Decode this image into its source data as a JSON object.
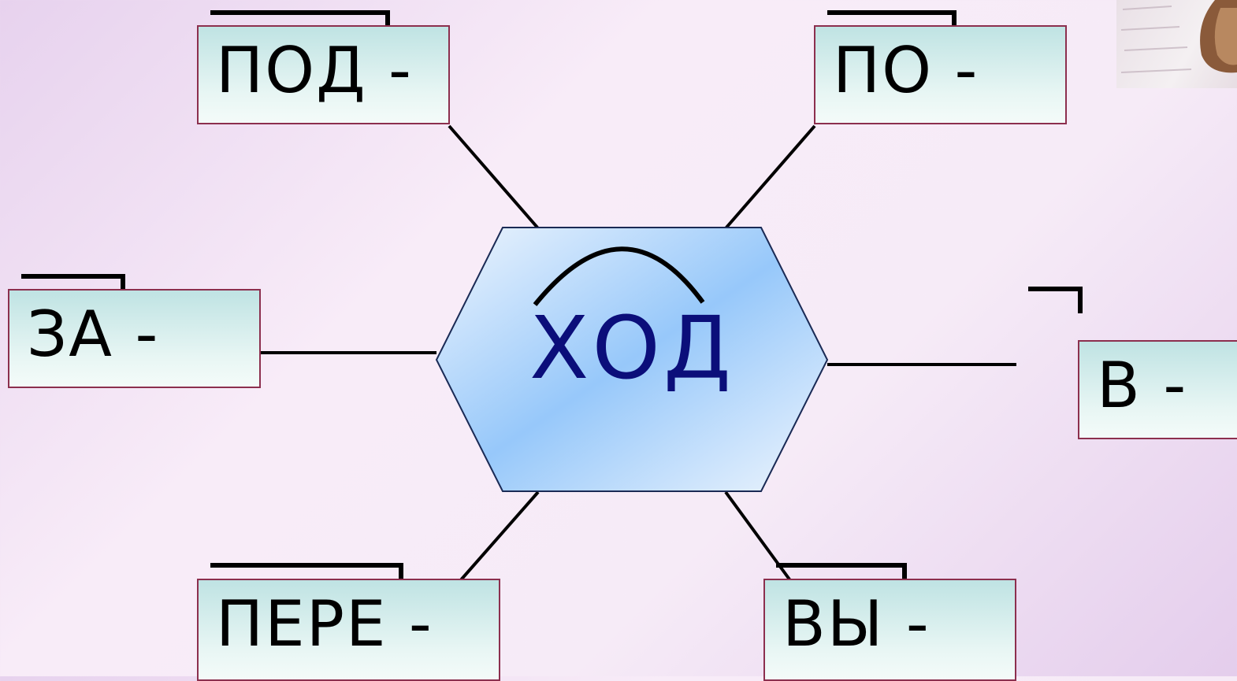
{
  "center": {
    "word": "ХОД"
  },
  "prefixes": {
    "pod": "ПОД -",
    "po": "ПО -",
    "za": "ЗА -",
    "v": "В -",
    "pere": "ПЕРЕ -",
    "vy": "ВЫ -"
  },
  "colors": {
    "hex_fill_light": "#eaf3fd",
    "hex_fill_dark": "#97c8fa",
    "box_border": "#8c2f4e",
    "box_fill_top": "#bfe3e3",
    "word_color": "#0b0e7a"
  }
}
